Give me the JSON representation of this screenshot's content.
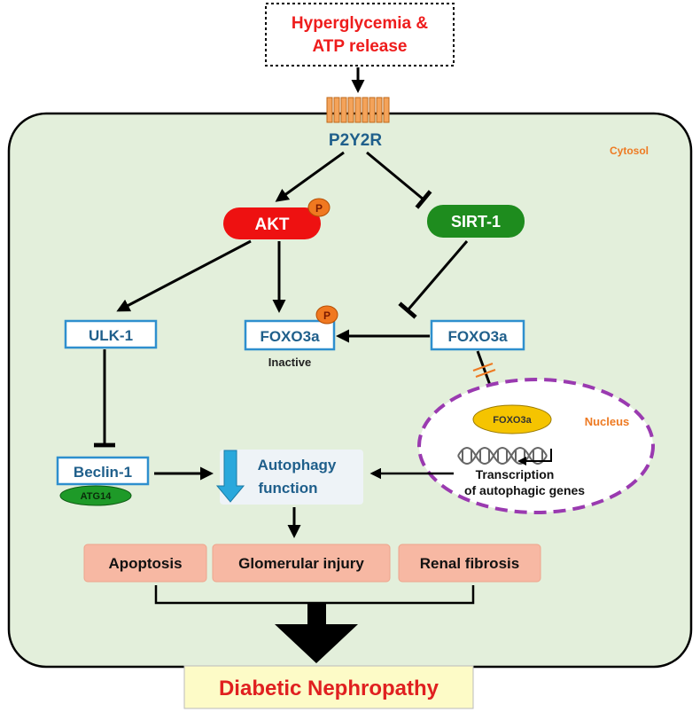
{
  "trigger": {
    "line1": "Hyperglycemia &",
    "line2": "ATP release"
  },
  "receptor": {
    "label": "P2Y2R"
  },
  "cytosol": {
    "label": "Cytosol"
  },
  "nodes": {
    "akt": "AKT",
    "sirt1": "SIRT-1",
    "ulk1": "ULK-1",
    "foxo3a_phos": "FOXO3a",
    "foxo3a_phos_state": "Inactive",
    "foxo3a": "FOXO3a",
    "beclin1": "Beclin-1",
    "atg14": "ATG14",
    "phospho": "P",
    "autophagy_line1": "Autophagy",
    "autophagy_line2": "function",
    "nucleus_label": "Nucleus",
    "nucleus_foxo3a": "FOXO3a",
    "transcription_line1": "Transcription",
    "transcription_line2": "of autophagic genes"
  },
  "outcomes": [
    "Apoptosis",
    "Glomerular injury",
    "Renal fibrosis"
  ],
  "result": {
    "label": "Diabetic Nephropathy"
  },
  "colors": {
    "trigger_text": "#ee1c1c",
    "receptor_text": "#1f5f8b",
    "cytosol_fill": "#e3efdb",
    "akt_fill": "#ee1111",
    "sirt1_fill": "#1e8c1e",
    "phospho_fill": "#f07820",
    "box_border": "#2e8fce",
    "box_text": "#1f5f8b",
    "atg14_fill": "#1e9a28",
    "autophagy_arrow": "#2aa8dc",
    "outcome_fill": "#f7b8a3",
    "nucleus_border": "#9a3ab0",
    "nucleus_foxo3a_fill": "#f5c400",
    "accent_orange": "#ee7a22",
    "result_fill": "#fdfbc7",
    "result_text": "#e02020"
  }
}
